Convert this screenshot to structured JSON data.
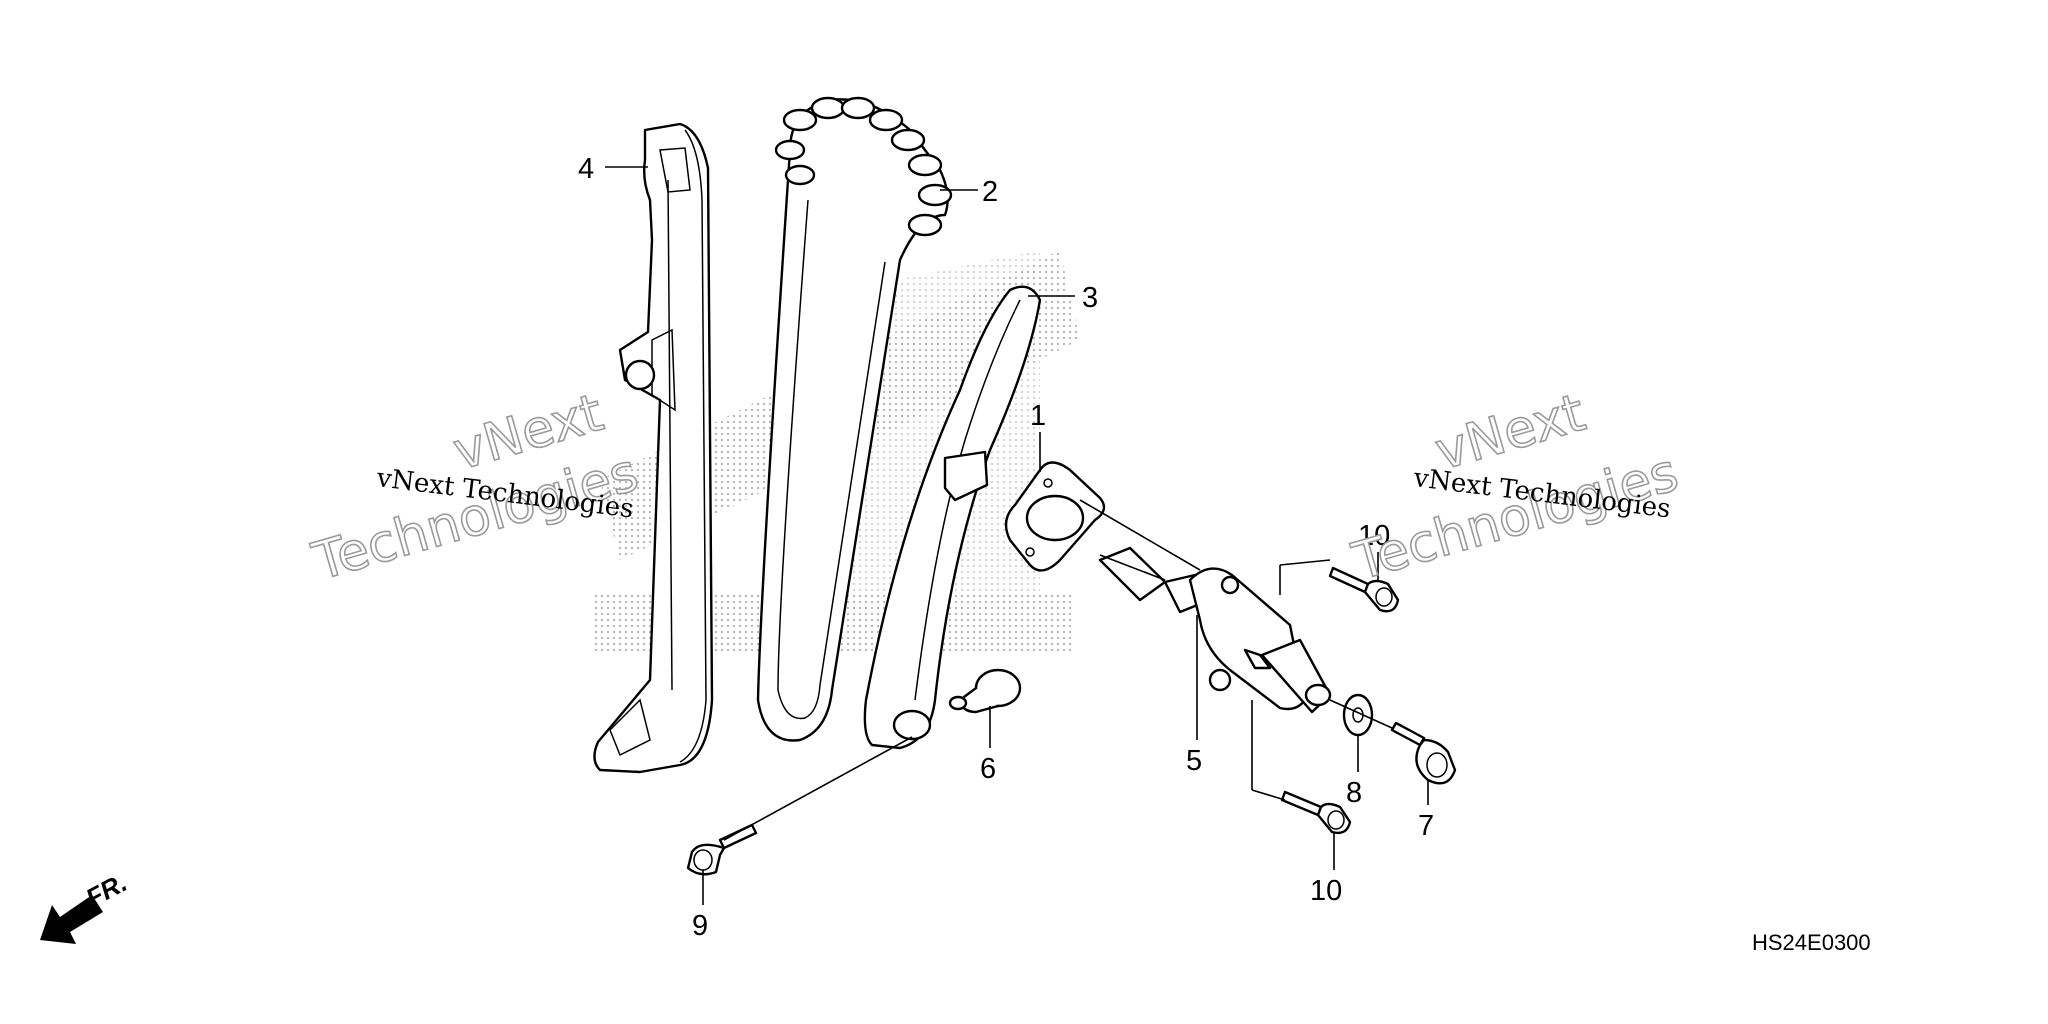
{
  "diagram": {
    "code": "HS24E0300",
    "front_label": "FR.",
    "watermark": {
      "brand": "vNext",
      "company": "Technologies",
      "line": "vNext Technologies"
    },
    "callouts": {
      "c1": "1",
      "c2": "2",
      "c3": "3",
      "c4": "4",
      "c5": "5",
      "c6": "6",
      "c7": "7",
      "c8": "8",
      "c9": "9",
      "c10a": "10",
      "c10b": "10"
    },
    "colors": {
      "line": "#000000",
      "background": "#ffffff",
      "watermark_outline": "#9a9a9a",
      "stipple": "#b0b0b0"
    }
  }
}
